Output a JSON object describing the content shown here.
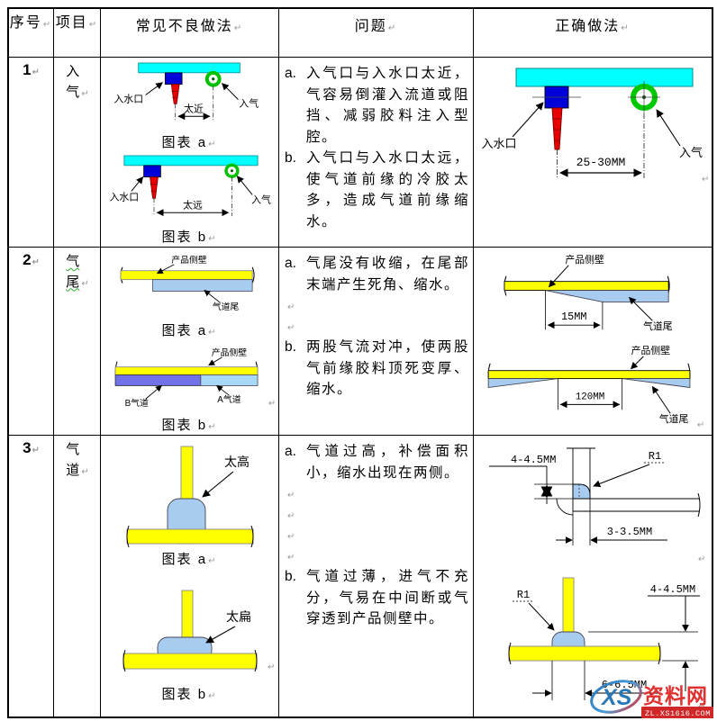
{
  "header": {
    "col_num": "序号",
    "col_item": "项目",
    "col_bad": "常见不良做法",
    "col_problem": "问题",
    "col_correct": "正确做法"
  },
  "labels": {
    "a": "a.",
    "b": "b."
  },
  "marks": {
    "pilcrow": "↵"
  },
  "rows": [
    {
      "num": "1",
      "item": "入气",
      "problem_a": "入气口与入水口太近，气容易倒灌入流道或阻挡、减弱胶料注入型腔。",
      "problem_b": "入气口与入水口太远，使气道前缘的冷胶太多，造成气道前缘缩水。"
    },
    {
      "num": "2",
      "item": "气尾",
      "problem_a": "气尾没有收缩，在尾部末端产生死角、缩水。",
      "problem_b": "两股气流对冲，使两股气前缘胶料顶死变厚、缩水。"
    },
    {
      "num": "3",
      "item": "气道",
      "problem_a": "气道过高，补偿面积小，缩水出现在两侧。",
      "problem_b": "气道过薄，进气不充分，气易在中间断或气穿透到产品侧壁中。"
    }
  ],
  "diagrams": {
    "r1a": {
      "caption": "图表 a",
      "inlet": "入水口",
      "gas": "入气",
      "dim": "太近"
    },
    "r1b": {
      "caption": "图表 b",
      "inlet": "入水口",
      "gas": "入气",
      "dim": "太远"
    },
    "r1c": {
      "inlet": "入水口",
      "gas": "入气",
      "dim": "25-30MM"
    },
    "r2a": {
      "caption": "图表 a",
      "wall": "产品侧壁",
      "tail": "气道尾"
    },
    "r2b": {
      "caption": "图表 b",
      "wall": "产品侧壁",
      "bchan": "B气道",
      "achan": "A气道"
    },
    "r2c1": {
      "wall": "产品侧壁",
      "dim": "15MM",
      "tail": "气道尾"
    },
    "r2c2": {
      "wall": "产品侧壁",
      "dim": "120MM",
      "tail": "气道尾"
    },
    "r3a": {
      "caption": "图表 a",
      "note": "太高"
    },
    "r3b": {
      "caption": "图表 b",
      "note": "太扁"
    },
    "r3c1": {
      "dimv": "4-4.5MM",
      "radius": "R1",
      "dimh": "3-3.5MM"
    },
    "r3c2": {
      "radius": "R1",
      "dimv": "4-4.5MM",
      "dimh": "6-6.5MM"
    }
  },
  "colors": {
    "cyan_bar": "#00FFFF",
    "yellow_bar": "#FFFF00",
    "light_blue": "#A8CCF0",
    "purple_chan": "#7272E8",
    "red_sprue": "#E80000",
    "blue_inlet": "#0000D8",
    "green_ring": "#00C000",
    "watermark_red": "#D02828",
    "watermark_blue": "#2878B8"
  },
  "watermark": {
    "logo": "XS",
    "name": "资料网",
    "url": "ZL.XS1616.COM"
  }
}
